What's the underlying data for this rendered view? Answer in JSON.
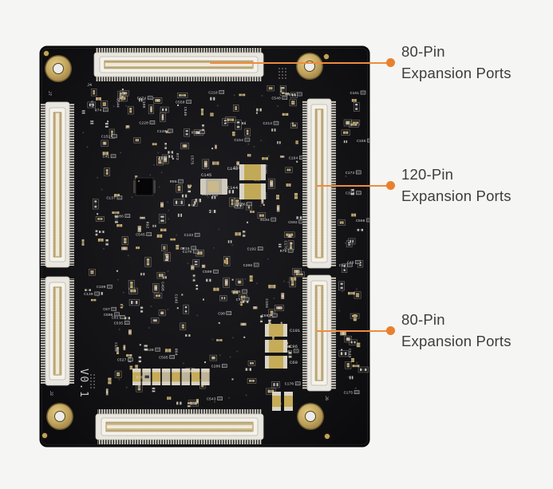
{
  "figure": {
    "callouts": [
      {
        "label_line1": "80-Pin",
        "label_line2": "Expansion Ports"
      },
      {
        "label_line1": "120-Pin",
        "label_line2": "Expansion Ports"
      },
      {
        "label_line1": "80-Pin",
        "label_line2": "Expansion Ports"
      }
    ]
  },
  "board": {
    "version_label": "V0.1",
    "connector_refs": [
      "J7",
      "J4",
      "J2",
      "J6"
    ],
    "fixed_labels": [
      "C148",
      "C144",
      "C145",
      "C101",
      "C96",
      "C69"
    ],
    "component_labels": [
      "C218",
      "R104",
      "R102",
      "C215",
      "R92",
      "C206",
      "C192",
      "C179",
      "C173",
      "C161",
      "C155",
      "C220",
      "C213",
      "R95",
      "C199",
      "C184",
      "C176",
      "R100",
      "C208",
      "C151",
      "C154",
      "C170",
      "C186",
      "C188",
      "C175",
      "C174",
      "C164",
      "R64",
      "R55",
      "C135",
      "C137",
      "C133",
      "C143",
      "R73",
      "R79",
      "R76",
      "R74",
      "C139",
      "C140",
      "C539",
      "C535",
      "C565",
      "C575",
      "C566",
      "C324",
      "C597",
      "C592",
      "C595",
      "C544",
      "C545",
      "C546",
      "C543",
      "C506",
      "C508",
      "C527",
      "C590",
      "C593",
      "C549",
      "C519",
      "C550",
      "C540",
      "C498",
      "C90",
      "C91",
      "C74",
      "C49",
      "C41",
      "C84",
      "C87",
      "C66",
      "C67"
    ]
  },
  "colors": {
    "accent_line": "#ef8c3c",
    "accent_dot": "#e8802e",
    "background": "#f5f5f3",
    "label_text": "#3d3d3d",
    "board": "#0e0e10",
    "gold": "#b9994f",
    "silkscreen": "#d8d8d8",
    "connector_body": "#eae7e0"
  }
}
